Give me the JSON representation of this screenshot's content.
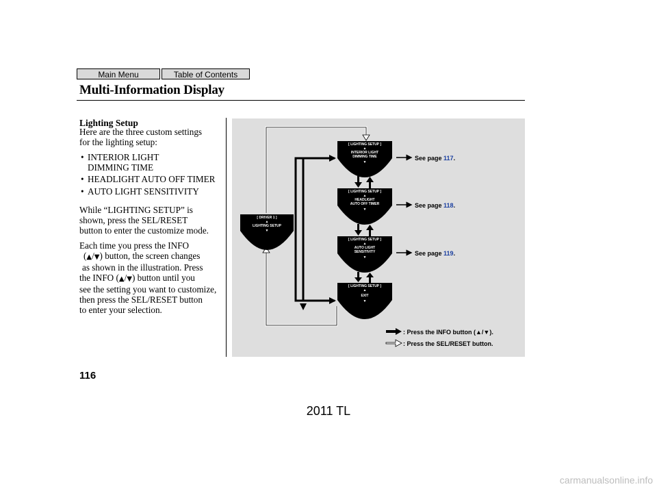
{
  "nav": {
    "main_menu": "Main Menu",
    "toc": "Table of Contents"
  },
  "header": {
    "title": "Multi-Information Display"
  },
  "section": {
    "heading": "Lighting Setup",
    "intro": [
      "Here are the three custom settings",
      "for the lighting setup:"
    ],
    "bullets": [
      [
        "INTERIOR LIGHT",
        "DIMMING TIME"
      ],
      [
        "HEADLIGHT AUTO OFF TIMER"
      ],
      [
        "AUTO LIGHT SENSITIVITY"
      ]
    ],
    "para2": [
      "While “LIGHTING SETUP” is",
      "shown, press the SEL/RESET",
      "button to enter the customize mode."
    ],
    "para3": {
      "l1": "Each time you press the INFO",
      "l2_after": "button, the screen changes",
      "l3": "as shown in the illustration. Press",
      "l4_before": "the INFO (",
      "l4_after": ") button until you",
      "l5": "see the setting you want to customize,",
      "l6": "then press the SEL/RESET button",
      "l7": "to enter your selection."
    }
  },
  "diagram": {
    "driver_screen": {
      "top": "[ DRIVER 1 ]",
      "main": "LIGHTING SETUP"
    },
    "screens": [
      {
        "top": "[ LIGHTING SETUP ]",
        "lines": [
          "INTERIOR LIGHT",
          "DIMMING TIME"
        ]
      },
      {
        "top": "[ LIGHTING SETUP ]",
        "lines": [
          "HEADLIGHT",
          "AUTO OFF TIMER"
        ]
      },
      {
        "top": "[ LIGHTING SETUP ]",
        "lines": [
          "AUTO LIGHT",
          "SENSITIVITY"
        ]
      },
      {
        "top": "[ LIGHTING SETUP ]",
        "lines": [
          "EXIT"
        ]
      }
    ],
    "see_label": "See page",
    "pages": [
      "117",
      "118",
      "119"
    ],
    "legend_info": ": Press the INFO button (▲/▼).",
    "legend_sel": ": Press the SEL/RESET button."
  },
  "page_number": "116",
  "footer": "2011 TL",
  "watermark": "carmanualsonline.info"
}
